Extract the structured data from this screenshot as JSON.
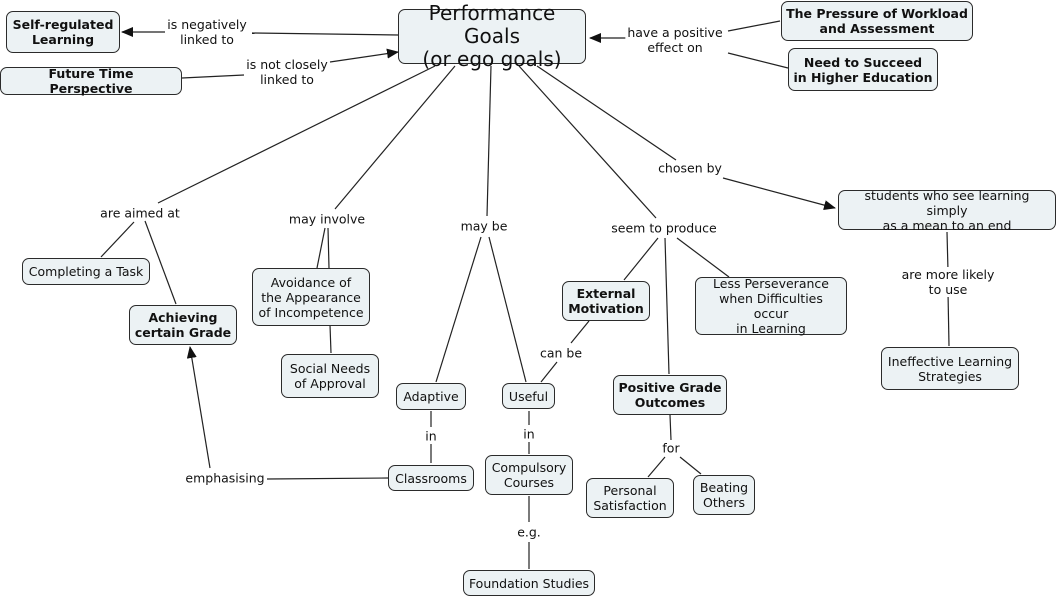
{
  "title": "Performance Goals (or ego goals) concept map",
  "colors": {
    "node_fill": "#ecf2f4",
    "node_border": "#2b2b2b",
    "line": "#222222",
    "background": "#ffffff"
  },
  "nodes": {
    "central": "Performance Goals\n(or ego goals)",
    "self_regulated": "Self-regulated\nLearning",
    "future_time": "Future Time Perspective",
    "pressure": "The Pressure of Workload\nand Assessment",
    "need_succeed": "Need to Succeed\nin Higher Education",
    "completing_task": "Completing a Task",
    "achieving_grade": "Achieving\ncertain Grade",
    "avoidance": "Avoidance of\nthe Appearance\nof Incompetence",
    "social_needs": "Social Needs\nof Approval",
    "adaptive": "Adaptive",
    "useful": "Useful",
    "classrooms": "Classrooms",
    "compulsory": "Compulsory\nCourses",
    "foundation": "Foundation Studies",
    "external_motivation": "External\nMotivation",
    "positive_grade": "Positive Grade\nOutcomes",
    "less_perseverance": "Less Perseverance\nwhen Difficulties occur\nin Learning",
    "personal_satisfaction": "Personal\nSatisfaction",
    "beating_others": "Beating\nOthers",
    "students": "students who see learning simply\nas a mean to an end",
    "ineffective": "Ineffective Learning\nStrategies"
  },
  "links": {
    "neg_linked": "is negatively\nlinked to",
    "not_closely": "is not closely\nlinked to",
    "positive_effect": "have a positive\neffect on",
    "aimed_at": "are aimed at",
    "may_involve": "may involve",
    "may_be": "may be",
    "seem_to_produce": "seem to produce",
    "chosen_by": "chosen by",
    "more_likely": "are more likely to use",
    "can_be": "can be",
    "in_adaptive": "in",
    "in_useful": "in",
    "eg": "e.g.",
    "for": "for",
    "emphasising": "emphasising"
  }
}
